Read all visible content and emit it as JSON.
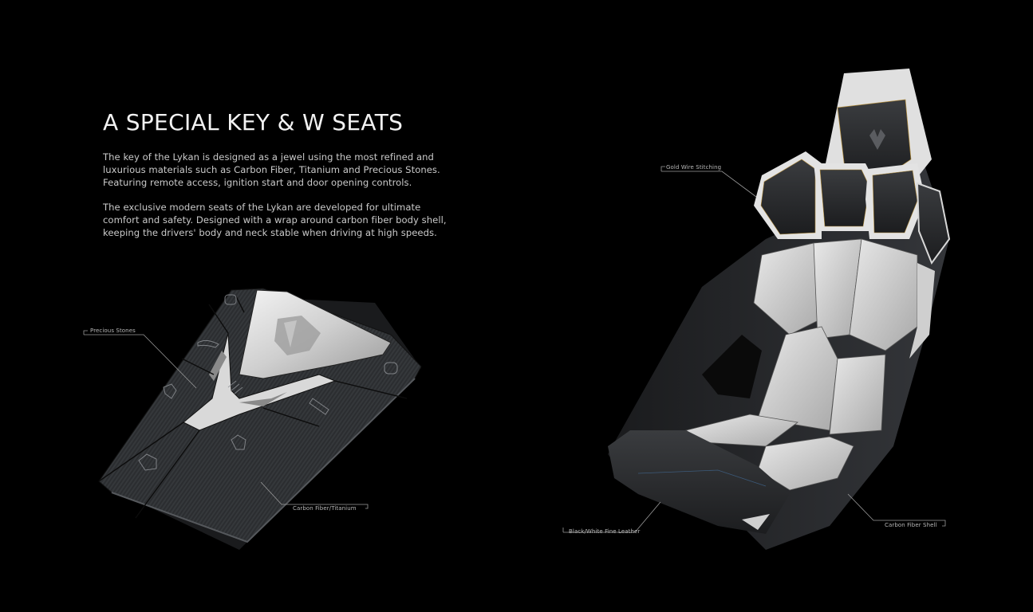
{
  "page": {
    "title": "A SPECIAL KEY & W SEATS",
    "paragraphs": [
      "The key of the Lykan is designed as a jewel using the most refined and luxurious materials such as Carbon Fiber, Titanium and Precious Stones. Featuring remote access, ignition start and door opening controls.",
      "The exclusive modern seats of the Lykan are developed for ultimate comfort and safety. Designed with a wrap around carbon fiber body shell, keeping the drivers' body and neck stable when driving at high speeds."
    ]
  },
  "key_image": {
    "description": "Lykan key fob render",
    "callouts": [
      {
        "label": "Precious Stones"
      },
      {
        "label": "Carbon Fiber/Titanium"
      }
    ]
  },
  "seat_image": {
    "description": "Lykan W seat render",
    "callouts": [
      {
        "label": "Gold Wire Stitching"
      },
      {
        "label": "Black/White Fine Leather"
      },
      {
        "label": "Carbon Fiber Shell"
      }
    ]
  },
  "colors": {
    "background": "#000000",
    "text": "#c9c9c9",
    "title": "#f2f2f2",
    "stitching": "#b08a3a"
  }
}
